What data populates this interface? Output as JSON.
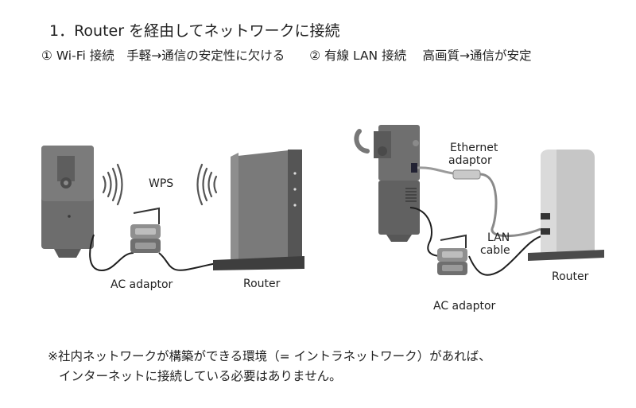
{
  "heading": {
    "title": "1．Router を経由してネットワークに接続",
    "subtitle": "①  Wi-Fi 接続　手軽→通信の安定性に欠ける　　②  有線 LAN 接続　 高画質→通信が安定"
  },
  "diagram_left": {
    "wps_label": "WPS",
    "ac_adaptor_label": "AC adaptor",
    "router_label": "Router"
  },
  "diagram_right": {
    "ethernet_label_1": "Ethernet",
    "ethernet_label_2": "adaptor",
    "lan_label_1": "LAN",
    "lan_label_2": "cable",
    "router_label": "Router",
    "ac_adaptor_label": "AC adaptor"
  },
  "footnote": {
    "line1": "※社内ネットワークが構築ができる環境（= イントラネットワーク）があれば、",
    "line2": "インターネットに接続している必要はありません。"
  }
}
